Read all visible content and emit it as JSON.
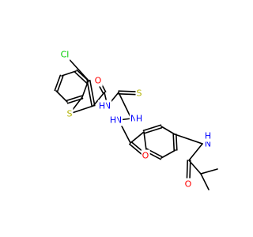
{
  "colors": {
    "background": "#ffffff",
    "bond": "#000000",
    "carbon": "#000000",
    "oxygen": "#ff0000",
    "nitrogen": "#0000ff",
    "sulfur": "#b2b200",
    "chlorine": "#00cc00"
  },
  "atoms": {
    "cl": {
      "text": "Cl",
      "element": "chlorine"
    },
    "s_ring": {
      "text": "S",
      "element": "sulfur"
    },
    "o1": {
      "text": "O",
      "element": "oxygen"
    },
    "n_amide1": {
      "text": "N",
      "element": "nitrogen"
    },
    "h_amide1": {
      "text": "H",
      "element": "nitrogen"
    },
    "s_thio": {
      "text": "S",
      "element": "sulfur"
    },
    "n_hydrazine1": {
      "text": "N",
      "element": "nitrogen"
    },
    "h_hydrazine1": {
      "text": "H",
      "element": "nitrogen"
    },
    "n_hydrazine2": {
      "text": "N",
      "element": "nitrogen"
    },
    "h_hydrazine2": {
      "text": "H",
      "element": "nitrogen"
    },
    "o2": {
      "text": "O",
      "element": "oxygen"
    },
    "n_amide2": {
      "text": "N",
      "element": "nitrogen"
    },
    "h_amide2": {
      "text": "H",
      "element": "nitrogen"
    },
    "o3": {
      "text": "O",
      "element": "oxygen"
    }
  }
}
